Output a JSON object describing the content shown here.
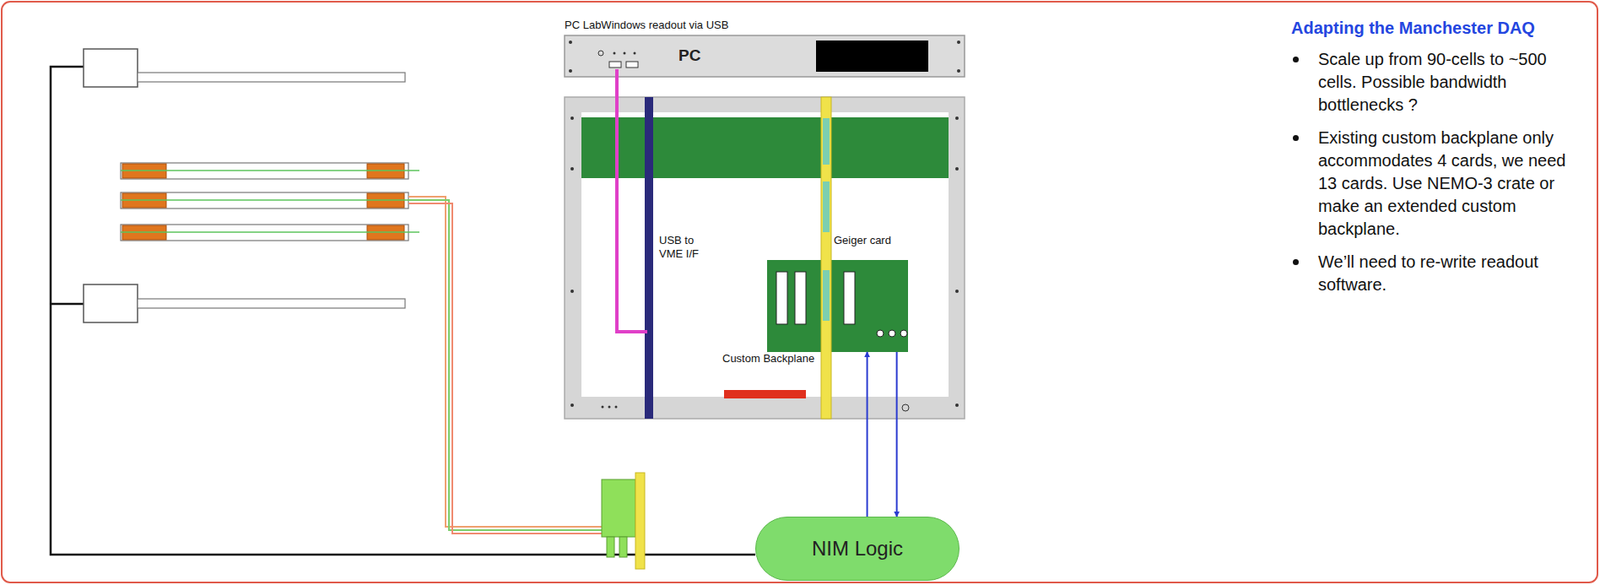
{
  "diagram": {
    "title": "Adapting the Manchester DAQ",
    "nodes": [
      {
        "text": [
          "PC"
        ]
      },
      {
        "text": [
          "USB to VME I/F",
          "Geiger card"
        ]
      },
      {
        "text": [
          "Custom Backplane"
        ],
        "in": 1
      },
      {
        "text": [
          "NIM Logic"
        ]
      }
    ],
    "edges": [
      {
        "from": 3,
        "to": 2,
        "arrow": "to"
      },
      {
        "from": 2,
        "to": 3,
        "arrow": "to"
      }
    ],
    "labels": [
      "PC LabWindows readout via USB",
      "Scale up from 90-cells to ~500 cells. Possible bandwidth bottlenecks ?",
      "Existing custom backplane only accommodates 4 cards, we need 13 cards. Use NEMO-3 crate or make an extended custom backplane.",
      "We’ll need to re-write readout software."
    ]
  }
}
